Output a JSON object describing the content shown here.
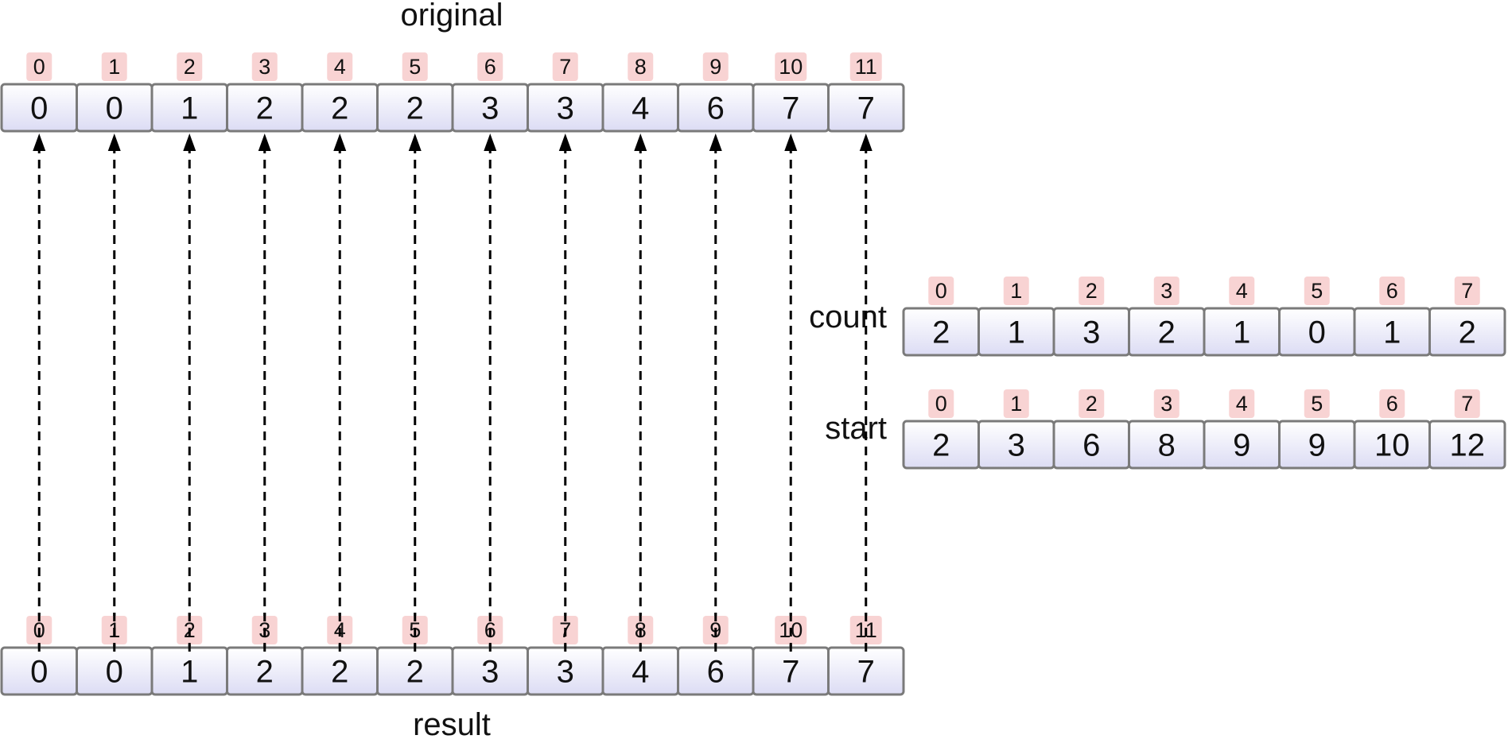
{
  "arrays": {
    "original": {
      "label": "original",
      "indices": [
        "0",
        "1",
        "2",
        "3",
        "4",
        "5",
        "6",
        "7",
        "8",
        "9",
        "10",
        "11"
      ],
      "values": [
        "0",
        "0",
        "1",
        "2",
        "2",
        "2",
        "3",
        "3",
        "4",
        "6",
        "7",
        "7"
      ]
    },
    "result": {
      "label": "result",
      "indices": [
        "0",
        "1",
        "2",
        "3",
        "4",
        "5",
        "6",
        "7",
        "8",
        "9",
        "10",
        "11"
      ],
      "values": [
        "0",
        "0",
        "1",
        "2",
        "2",
        "2",
        "3",
        "3",
        "4",
        "6",
        "7",
        "7"
      ]
    },
    "count": {
      "label": "count",
      "indices": [
        "0",
        "1",
        "2",
        "3",
        "4",
        "5",
        "6",
        "7"
      ],
      "values": [
        "2",
        "1",
        "3",
        "2",
        "1",
        "0",
        "1",
        "2"
      ]
    },
    "start": {
      "label": "start",
      "indices": [
        "0",
        "1",
        "2",
        "3",
        "4",
        "5",
        "6",
        "7"
      ],
      "values": [
        "2",
        "3",
        "6",
        "8",
        "9",
        "9",
        "10",
        "12"
      ]
    }
  },
  "arrows": {
    "from": "result",
    "to": "original",
    "style": "dashed"
  },
  "colors": {
    "cell_fill_top": "#ffffff",
    "cell_fill_bottom": "#dcdcf4",
    "cell_border": "#7a7a7a",
    "index_badge": "#f8d3d3",
    "text": "#111111",
    "arrow": "#000000"
  }
}
